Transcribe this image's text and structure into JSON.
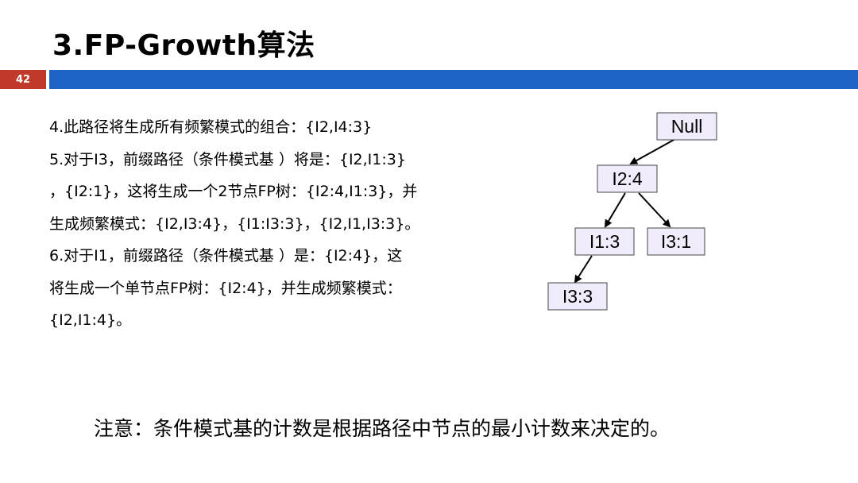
{
  "slide": {
    "title": "3.FP-Growth算法",
    "page_number": "42"
  },
  "body": {
    "lines": [
      "4.此路径将生成所有频繁模式的组合：{I2,I4:3}",
      "5.对于I3，前缀路径（条件模式基 ）将是：{I2,I1:3}",
      "，{I2:1}，这将生成一个2节点FP树：{I2:4,I1:3}，并",
      "生成频繁模式：{I2,I3:4}，{I1:I3:3}，{I2,I1,I3:3}。",
      "6.对于I1，前缀路径（条件模式基 ）是：{I2:4}，这",
      "将生成一个单节点FP树：{I2:4}，并生成频繁模式：",
      "{I2,I1:4}。"
    ]
  },
  "tree": {
    "nodes": [
      {
        "id": "null",
        "label": "Null"
      },
      {
        "id": "i2",
        "label": "I2:4"
      },
      {
        "id": "i1",
        "label": "I1:3"
      },
      {
        "id": "i3a",
        "label": "I3:1"
      },
      {
        "id": "i3b",
        "label": "I3:3"
      }
    ],
    "edges": [
      {
        "from": "null",
        "to": "i2"
      },
      {
        "from": "i2",
        "to": "i1"
      },
      {
        "from": "i2",
        "to": "i3a"
      },
      {
        "from": "i1",
        "to": "i3b"
      }
    ],
    "colors": {
      "node_fill": "#f1ecfb",
      "node_stroke": "#444444"
    }
  },
  "note": "注意：条件模式基的计数是根据路径中节点的最小计数来决定的。",
  "colors": {
    "header_bar": "#1f63c5",
    "page_badge": "#c0392b"
  }
}
